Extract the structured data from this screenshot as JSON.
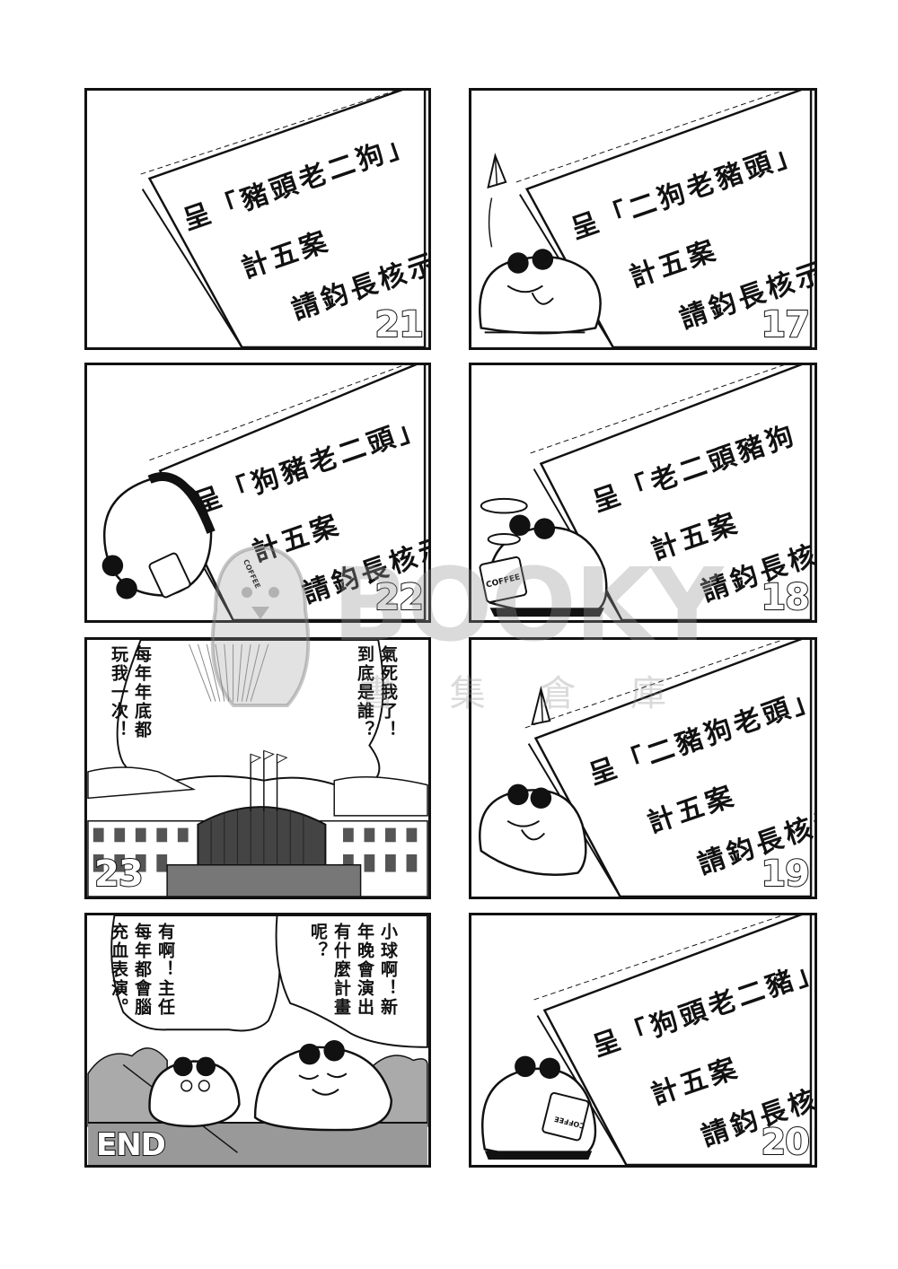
{
  "panels": {
    "p21": {
      "line1": "呈「豬頭老二狗」",
      "line2": "計五案",
      "line3": "請鈞長核示。",
      "number": "21"
    },
    "p17": {
      "line1": "呈「二狗老豬頭」",
      "line2": "計五案",
      "line3": "請鈞長核示。",
      "number": "17"
    },
    "p22": {
      "line1": "呈「狗豬老二頭」",
      "line2": "計五案",
      "line3": "請鈞長核示。",
      "number": "22",
      "cup_label": "COFFEE"
    },
    "p18": {
      "line1": "呈「老二頭豬狗",
      "line2": "計五案",
      "line3": "請鈞長核示。",
      "number": "18",
      "cup_label": "COFFEE"
    },
    "p23": {
      "bubble_left": "每年年底都玩我一次！",
      "bubble_right": "氣死我了！到底是誰？",
      "number": "23"
    },
    "p19": {
      "line1": "呈「二豬狗老頭」",
      "line2": "計五案",
      "line3": "請鈞長核示。",
      "number": "19"
    },
    "pend": {
      "bubble_left": "有啊！主任每年都會腦充血表演。",
      "bubble_right": "小球啊！新年晚會演出有什麼計畫呢？",
      "label": "END"
    },
    "p20": {
      "line1": "呈「狗頭老二豬」",
      "line2": "計五案",
      "line3": "請鈞長核示。",
      "number": "20",
      "cup_label": "COFFEE"
    }
  },
  "watermark": {
    "brand": "BOOKY",
    "subtitle": "書 集 倉 庫"
  }
}
